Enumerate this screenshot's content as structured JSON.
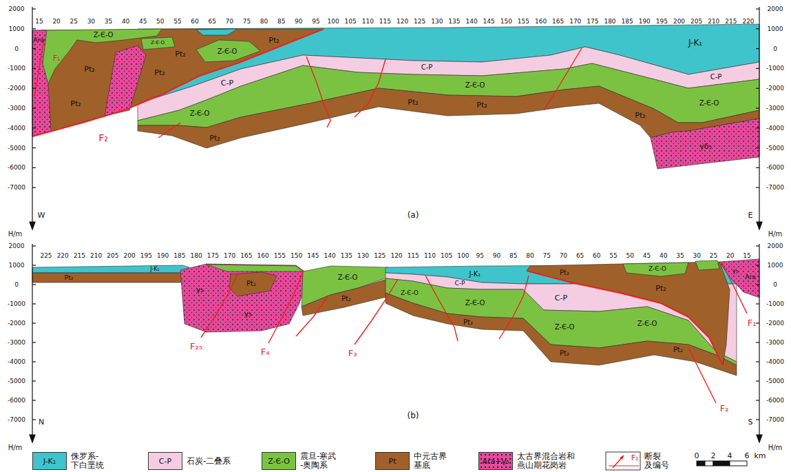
{
  "diagram": {
    "labels": [
      "2000",
      "1000",
      "0",
      "-1000",
      "-2000",
      "-3000",
      "-4000",
      "-5000",
      "-6000",
      "-7000",
      "2000",
      "1000",
      "0",
      "-1000",
      "-2000",
      "-3000",
      "-4000",
      "-5000",
      "-6000",
      "-7000",
      "15",
      "20",
      "25",
      "30",
      "35",
      "40",
      "45",
      "50",
      "55",
      "60",
      "65",
      "70",
      "75",
      "80",
      "85",
      "90",
      "95",
      "100",
      "105",
      "110",
      "115",
      "120",
      "125",
      "130",
      "135",
      "140",
      "145",
      "150",
      "155",
      "160",
      "165",
      "170",
      "175",
      "180",
      "185",
      "190",
      "195",
      "200",
      "205",
      "210",
      "215",
      "220",
      "2000",
      "1000",
      "0",
      "-1000",
      "-2000",
      "-3000",
      "-4000",
      "-5000",
      "-6000",
      "-7000",
      "2000",
      "1000",
      "0",
      "-1000",
      "-2000",
      "-3000",
      "-4000",
      "-5000",
      "-6000",
      "-7000",
      "225",
      "220",
      "215",
      "210",
      "205",
      "200",
      "195",
      "190",
      "185",
      "180",
      "175",
      "170",
      "165",
      "160",
      "155",
      "150",
      "145",
      "140",
      "135",
      "130",
      "125",
      "120",
      "115",
      "110",
      "105",
      "100",
      "95",
      "90",
      "85",
      "80",
      "75",
      "70",
      "65",
      "60",
      "55",
      "50",
      "45",
      "40",
      "35",
      "30",
      "25",
      "20",
      "15",
      "Ara",
      "Z-Є-O",
      "F₁",
      "Z-Є-O",
      "Pt₂",
      "Pt₂",
      "Pt₂",
      "F₂",
      "Pt₂",
      "Z-Є-O",
      "Pt₂",
      "C-P",
      "Z-Є-O",
      "Pt₂",
      "C-P",
      "Pt₂",
      "Z-Є-O",
      "Pt₂",
      "J-K₁",
      "C-P",
      "Z-Є-O",
      "Pt₂",
      "γδ₅",
      "W",
      "(a)",
      "E",
      "H/m",
      "H/m",
      "J-K₁",
      "Pt₂",
      "γ₅",
      "Pt₂",
      "γ₅",
      "F₂₅",
      "F₄",
      "Z-Є-O",
      "Pt₂",
      "F₃",
      "J-K₁",
      "C-P",
      "Z-Є-O",
      "Z-Є-O",
      "Pt₂",
      "Pt₂",
      "C-P",
      "Z-Є-O",
      "Pt₂",
      "Z-Є-O",
      "Pt₂",
      "Z-Є-O",
      "Pt₂",
      "F₂",
      "γ₅",
      "Ara",
      "F₁",
      "N",
      "(b)",
      "S",
      "H/m",
      "H/m",
      "J-K₁",
      "C-P",
      "Z-Є-O",
      "Pt",
      "Ara+γ₅",
      "F₁",
      "0",
      "2",
      "4",
      "6",
      "km"
    ],
    "legend": [
      {
        "text": "侏罗系- 下白垩统",
        "color": "#40c4cc"
      },
      {
        "text": "石炭-二叠系",
        "color": "#f5cde3"
      },
      {
        "text": "震旦-寒武 -奥陶系",
        "color": "#7cc242"
      },
      {
        "text": "中元古界 基底",
        "color": "#a0602a"
      },
      {
        "text": "太古界混合岩和 燕山期花岗岩",
        "color": "#e8489c"
      },
      {
        "text": "断裂 及编号"
      }
    ]
  }
}
